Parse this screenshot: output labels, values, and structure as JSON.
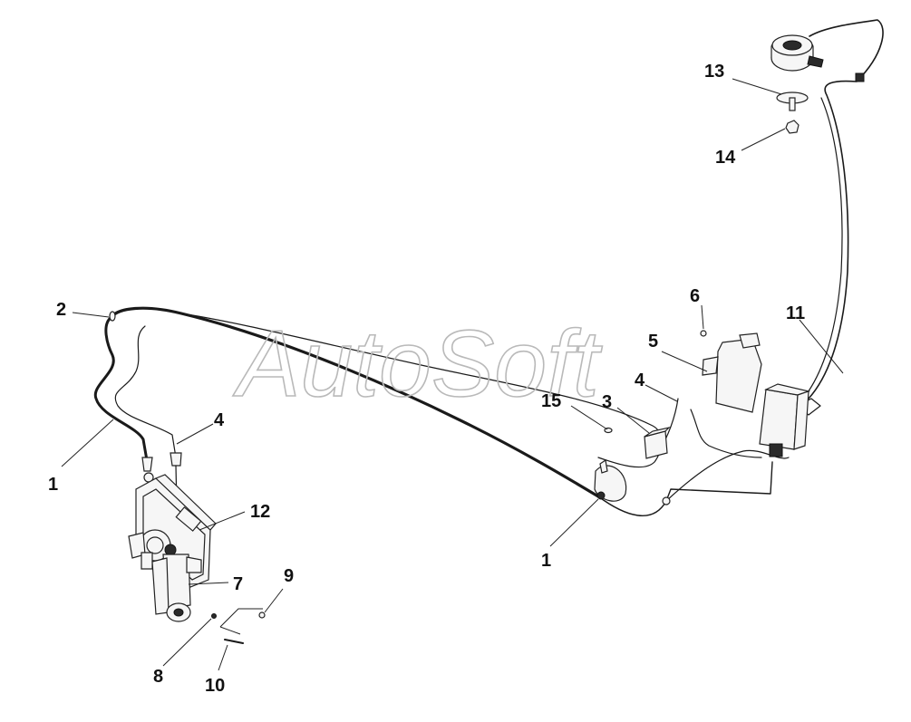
{
  "watermark": "AutoSoft",
  "callouts": {
    "c1_left": "1",
    "c1_right": "1",
    "c2": "2",
    "c3": "3",
    "c4_left": "4",
    "c4_right": "4",
    "c5": "5",
    "c6": "6",
    "c7": "7",
    "c8": "8",
    "c9": "9",
    "c10": "10",
    "c11": "11",
    "c12": "12",
    "c13": "13",
    "c14": "14",
    "c15": "15"
  }
}
